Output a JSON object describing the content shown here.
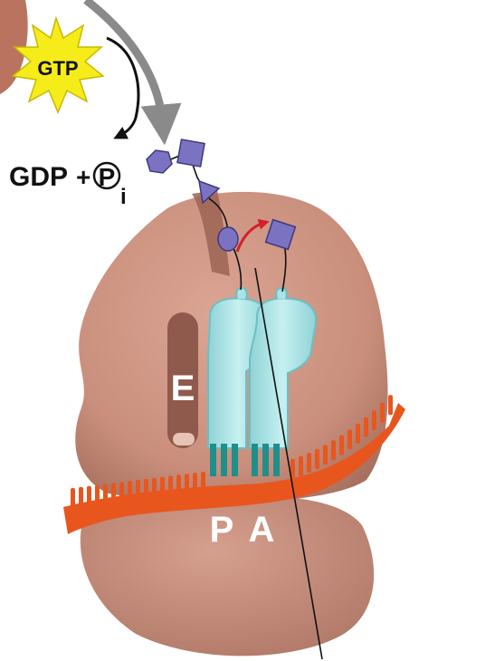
{
  "labels": {
    "gtp": "GTP",
    "gdp": "GDP",
    "plus": "+",
    "phosphate": "P",
    "phosphate_subscript": "i",
    "site_e": "E",
    "site_p": "P",
    "site_a": "A"
  },
  "colors": {
    "ribosome": "#c98f7c",
    "ribosome_shadow": "#a96c5c",
    "ribosome_highlight": "#e2b3a2",
    "trna": "#a9e4e6",
    "trna_outline": "#6bbfc4",
    "anticodon": "#1f8f8c",
    "mrna": "#e8561e",
    "amino_acid": "#7b73c2",
    "starburst": "#f6ec1a",
    "arrow_gray": "#8a8a8a",
    "arrow_red": "#d3202a"
  }
}
